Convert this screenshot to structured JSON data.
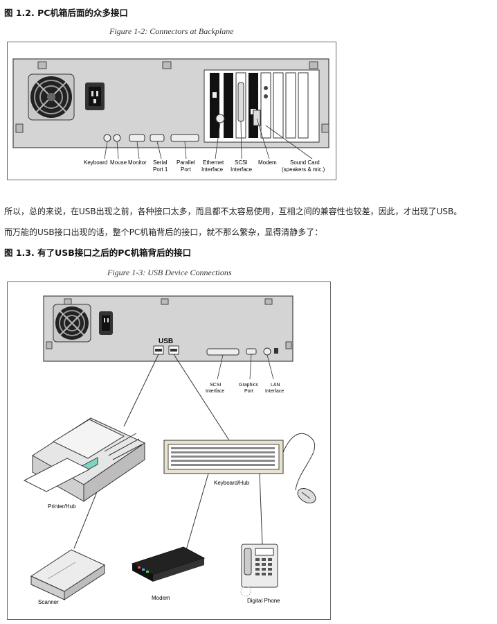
{
  "fig1": {
    "heading": "图 1.2. PC机箱后面的众多接口",
    "caption": "Figure 1-2: Connectors at Backplane",
    "labels": {
      "keyboard": "Keyboard",
      "mouse": "Mouse",
      "monitor": "Monitor",
      "serial_1": "Serial",
      "serial_2": "Port 1",
      "parallel_1": "Parallel",
      "parallel_2": "Port",
      "ethernet_1": "Ethernet",
      "ethernet_2": "Interface",
      "scsi_1": "SCSI",
      "scsi_2": "Interface",
      "modem": "Modem",
      "sound_1": "Sound Card",
      "sound_2": "(speakers & mic.)"
    }
  },
  "paragraphs": [
    "所以，总的来说，在USB出现之前，各种接口太多，而且都不太容易使用，互相之间的兼容性也较差，因此，才出现了USB。",
    "而万能的USB接口出现的话，整个PC机箱背后的接口，就不那么繁杂，显得清静多了："
  ],
  "fig2": {
    "heading": "图 1.3. 有了USB接口之后的PC机箱背后的接口",
    "caption": "Figure 1-3: USB Device Connections",
    "labels": {
      "usb": "USB",
      "scsi_1": "SCSI",
      "scsi_2": "Interface",
      "graphics_1": "Graphics",
      "graphics_2": "Port",
      "lan_1": "LAN",
      "lan_2": "Interface",
      "printer": "Printer/Hub",
      "keyboard": "Keyboard/Hub",
      "scanner": "Scanner",
      "modem": "Modem",
      "phone": "Digital Phone"
    }
  }
}
